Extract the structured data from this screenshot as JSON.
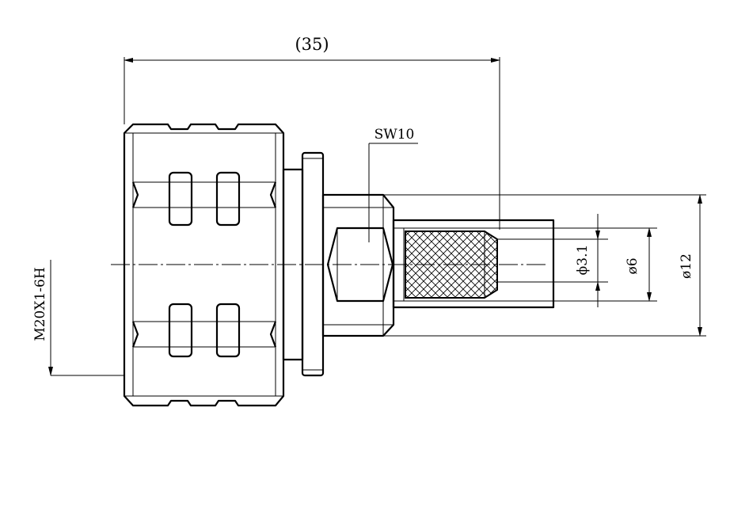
{
  "labels": {
    "overall_length": "(35)",
    "wrench_size": "SW10",
    "thread": "M20X1-6H",
    "dia_3_1": "ϕ3.1",
    "dia_6": "ø6",
    "dia_12": "ø12"
  },
  "colors": {
    "line": "#000000",
    "background": "#ffffff"
  }
}
